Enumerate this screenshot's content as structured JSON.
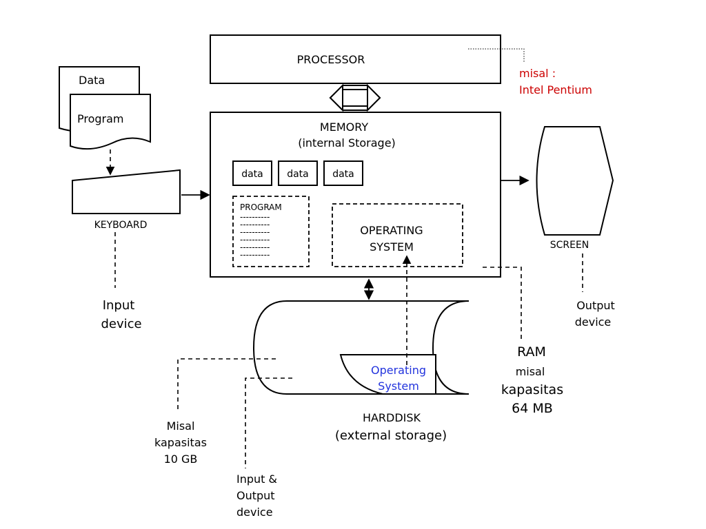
{
  "processor": {
    "label": "PROCESSOR",
    "example_line1": "misal :",
    "example_line2": "Intel Pentium"
  },
  "documents": {
    "data_label": "Data",
    "program_label": "Program"
  },
  "keyboard": {
    "label": "KEYBOARD",
    "role_line1": "Input",
    "role_line2": "device"
  },
  "memory": {
    "title": "MEMORY",
    "subtitle": "(internal Storage)",
    "data_boxes": [
      "data",
      "data",
      "data"
    ],
    "program_label": "PROGRAM",
    "program_lines": [
      "----------",
      "----------",
      "----------",
      "----------",
      "----------",
      "----------"
    ],
    "os_line1": "OPERATING",
    "os_line2": "SYSTEM"
  },
  "ram": {
    "label": "RAM",
    "line1": "misal",
    "line2": "kapasitas",
    "line3": "64 MB"
  },
  "screen": {
    "label": "SCREEN",
    "role_line1": "Output",
    "role_line2": "device"
  },
  "harddisk": {
    "label": "HARDDISK",
    "sublabel": "(external storage)",
    "os_line1": "Operating",
    "os_line2": "System",
    "capacity_line1": "Misal",
    "capacity_line2": "kapasitas",
    "capacity_line3": "10 GB",
    "io_line1": "Input &",
    "io_line2": "Output",
    "io_line3": "device"
  },
  "colors": {
    "example_text": "#cc0000",
    "harddisk_os_text": "#2233dd"
  }
}
